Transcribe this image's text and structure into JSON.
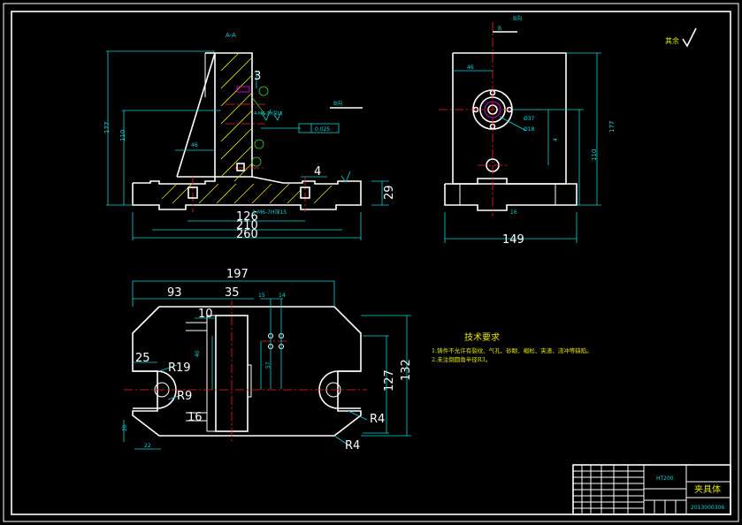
{
  "section_label": "A-A",
  "view_label": "B向",
  "arrow_letter": "B",
  "roughness_note": "其余",
  "dims_front": {
    "d3": "3",
    "d4": "4",
    "d29": "29",
    "d126": "126",
    "d210": "210",
    "d260": "260",
    "v177": "177",
    "v110": "110",
    "tolerance": "0.025",
    "hole_callout": "4-M6-7H深15",
    "bolt_callout": "2-M6-7H深15",
    "d_small": "46"
  },
  "dims_side": {
    "d149": "149",
    "v177": "177",
    "v110": "110",
    "d46": "46",
    "phi37": "Ø37",
    "phi18": "Ø18",
    "v_small": "4",
    "slot": "16"
  },
  "dims_top": {
    "d197": "197",
    "d93": "93",
    "d35": "35",
    "d10": "10",
    "d15": "15",
    "d14": "14",
    "d25": "25",
    "r19": "R19",
    "r9": "R9",
    "r4a": "R4",
    "r4b": "R4",
    "d127": "127",
    "d132": "132",
    "d16": "16",
    "v57": "57",
    "v40": "40",
    "v20": "20",
    "d22": "22"
  },
  "tech": {
    "title": "技术要求",
    "line1": "1.铸件不允许有裂纹、气孔、砂眼、缩松、夹渣、浇冲等缺陷。",
    "line2": "2.未注倒圆角半径R3。"
  },
  "title_block": {
    "material": "HT200",
    "part_name": "夹具体",
    "drawing_no": "2013000306"
  }
}
